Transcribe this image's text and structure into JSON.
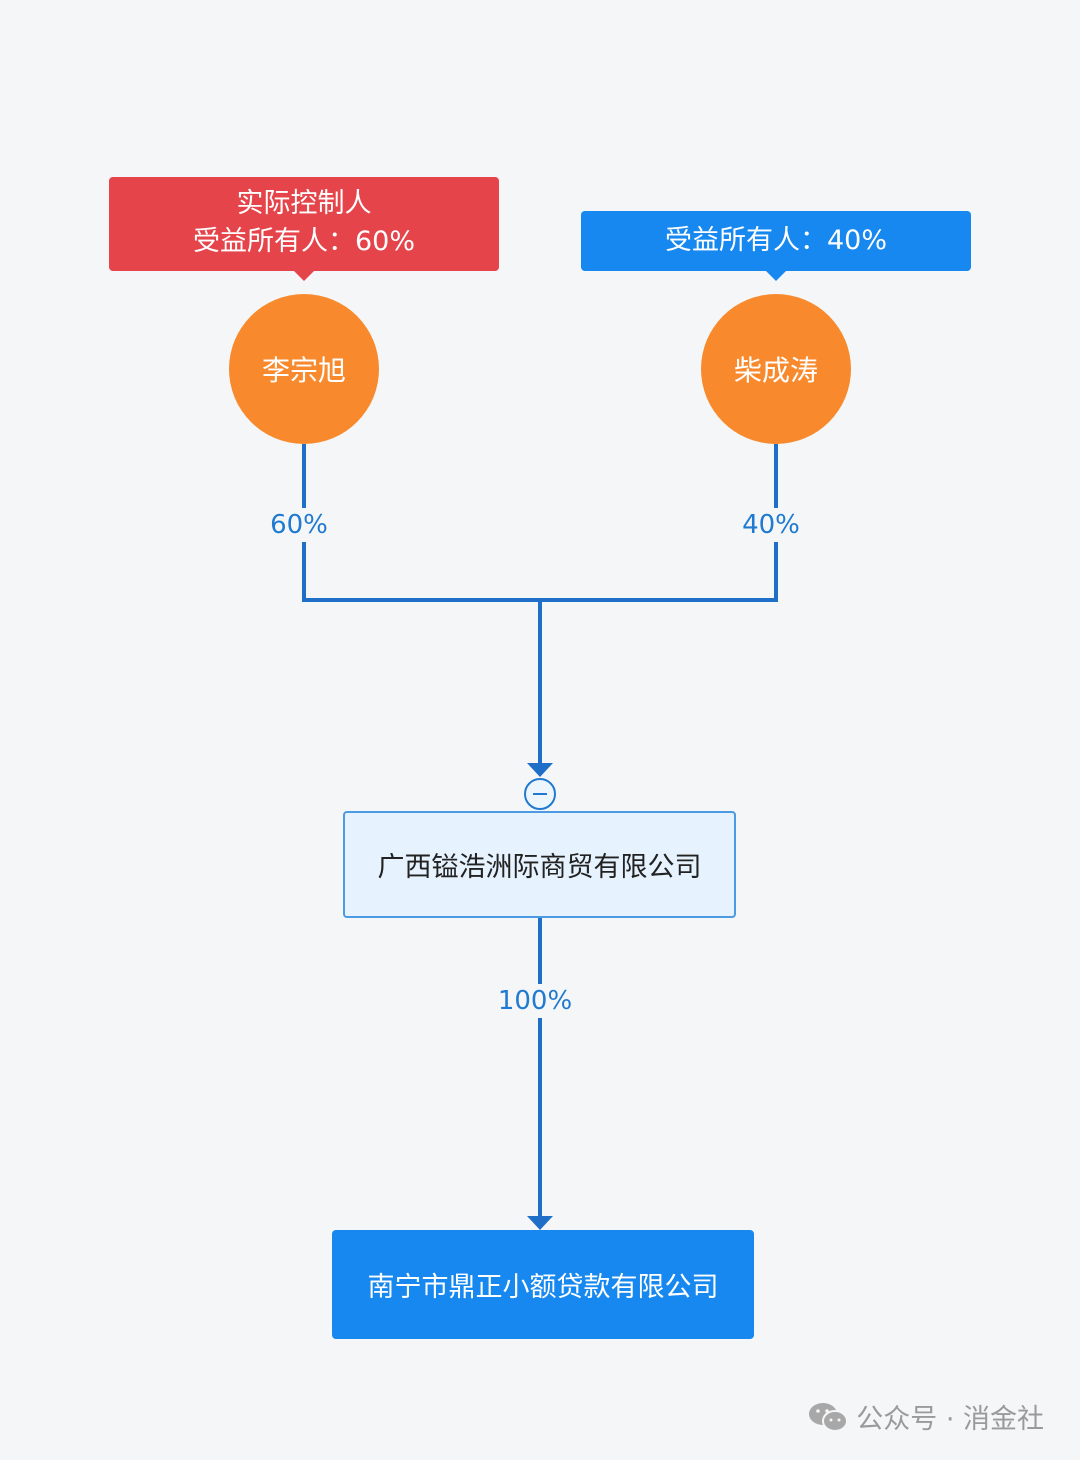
{
  "shareholders": [
    {
      "name": "李宗旭",
      "tag_lines": [
        "实际控制人",
        "受益所有人：60%"
      ],
      "share": "60%",
      "tag_color": "#e5444a"
    },
    {
      "name": "柴成涛",
      "tag_lines": [
        "受益所有人：40%"
      ],
      "share": "40%",
      "tag_color": "#1688ef"
    }
  ],
  "intermediate": {
    "name": "广西镒浩洲际商贸有限公司",
    "share": "100%"
  },
  "target": {
    "name": "南宁市鼎正小额贷款有限公司"
  },
  "footer": {
    "text": "公众号 · 消金社"
  },
  "colors": {
    "line": "#1f6fc8",
    "person": "#f88a2d",
    "target": "#1688ef"
  }
}
